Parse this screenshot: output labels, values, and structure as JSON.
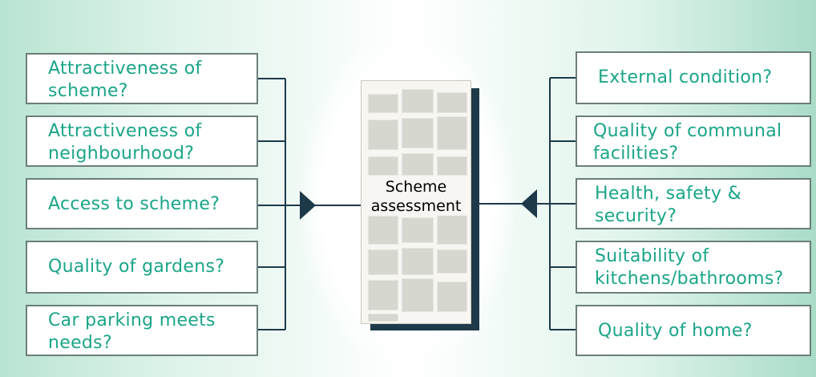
{
  "diagram": {
    "center_label": "Scheme\nassessment",
    "left_questions": [
      {
        "line1": "Attractiveness of",
        "line2": "scheme?"
      },
      {
        "line1": "Attractiveness of",
        "line2": "neighbourhood?"
      },
      {
        "line1": "Access to scheme?",
        "line2": ""
      },
      {
        "line1": "Quality of gardens?",
        "line2": ""
      },
      {
        "line1": "Car parking meets",
        "line2": "needs?"
      }
    ],
    "right_questions": [
      {
        "line1": "External condition?",
        "line2": ""
      },
      {
        "line1": "Quality of communal",
        "line2": "facilities?"
      },
      {
        "line1": "Health, safety &",
        "line2": "security?"
      },
      {
        "line1": "Suitability of",
        "line2": "kitchens/bathrooms?"
      },
      {
        "line1": "Quality of home?",
        "line2": ""
      }
    ]
  },
  "colors": {
    "text_teal": "#1aa589",
    "connector_dark": "#1e3a4a",
    "box_border": "#6b7f7a"
  }
}
